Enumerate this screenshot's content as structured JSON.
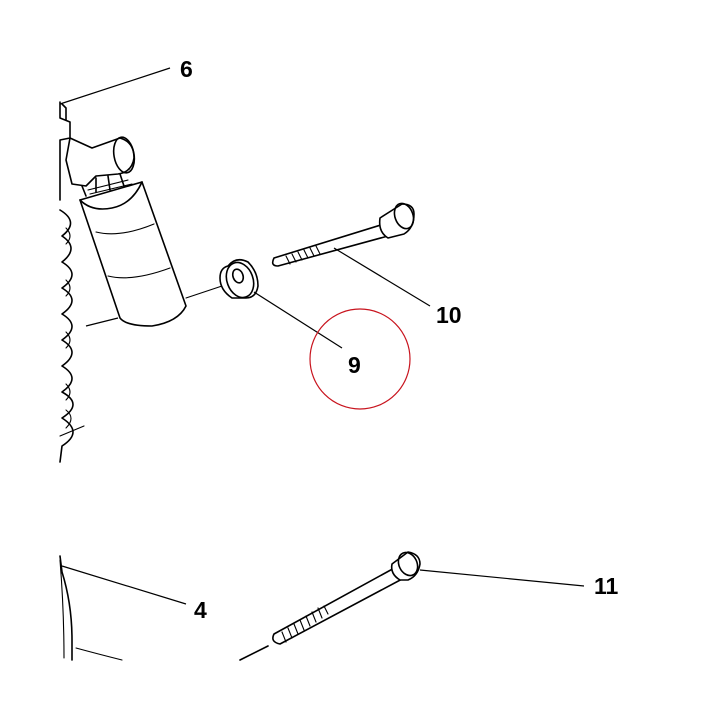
{
  "callouts": [
    {
      "id": "6",
      "label": "6"
    },
    {
      "id": "10",
      "label": "10"
    },
    {
      "id": "9",
      "label": "9"
    },
    {
      "id": "4",
      "label": "4"
    },
    {
      "id": "11",
      "label": "11"
    }
  ],
  "highlight": {
    "target": "9",
    "color": "#c8141e"
  }
}
